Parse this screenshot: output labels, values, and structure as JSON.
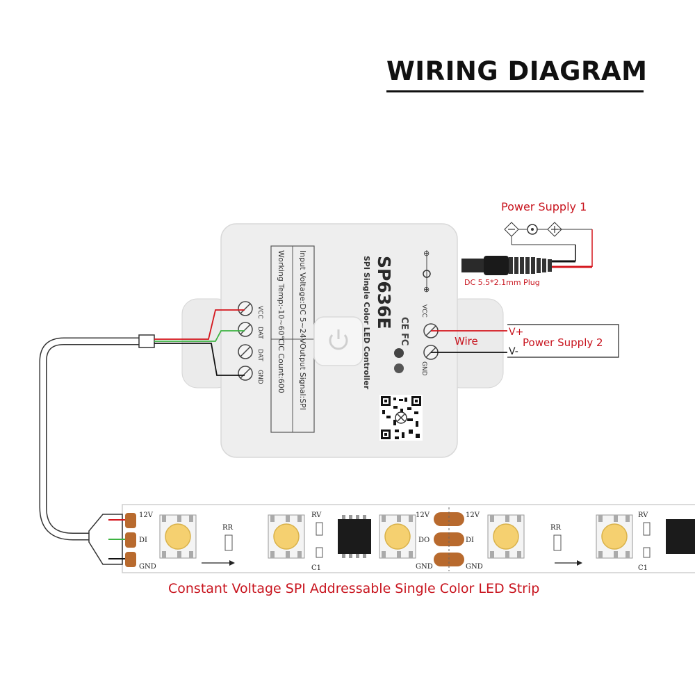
{
  "title": "WIRING DIAGRAM",
  "caption": "Constant Voltage SPI Addressable Single Color LED Strip",
  "power_supply_1": {
    "label": "Power Supply 1",
    "plug_label": "DC 5.5*2.1mm Plug"
  },
  "power_supply_2": {
    "label": "Power Supply 2",
    "v_plus": "V+",
    "v_minus": "V-"
  },
  "wire_label": "Wire",
  "controller": {
    "model": "SP636E",
    "subtitle": "SPI Single Color LED Controller",
    "specs_left": [
      "Input Voltage:DC 5~24V",
      "Working Temp:-10~60℃"
    ],
    "specs_right": [
      "Output Signal:SPI",
      "IC Count:600"
    ],
    "output_terminals": [
      "VCC",
      "DAT",
      "DAT",
      "GND"
    ],
    "power_terminals": [
      "VCC",
      "GND"
    ]
  },
  "strip": {
    "pad_labels": [
      "12V",
      "DI",
      "GND"
    ],
    "mid_labels": [
      "12V",
      "DO",
      "GND"
    ],
    "mid_labels_2": [
      "12V",
      "DI",
      "GND"
    ],
    "component_labels": [
      "RR",
      "RV",
      "C1",
      "RR",
      "RV",
      "C1"
    ]
  },
  "colors": {
    "red_text": "#c8141e",
    "vcc_wire": "#d4151c",
    "data_wire": "#3cb341",
    "gnd_wire": "#111111",
    "controller_body": "#eeeeee",
    "led": "#f5d070",
    "pad": "#b86a2e"
  }
}
